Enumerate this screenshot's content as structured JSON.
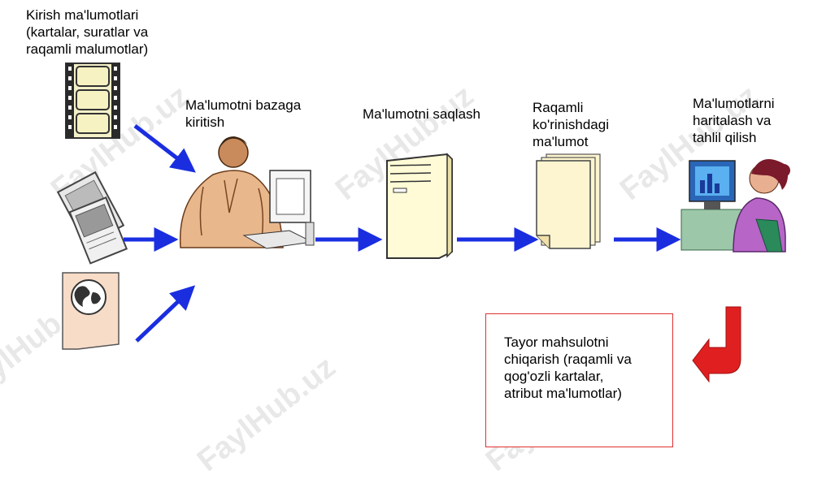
{
  "labels": {
    "input": "Kirish ma'lumotlari\n(kartalar, suratlar va\nraqamli malumotlar)",
    "entry": "Ma'lumotni bazaga\nkiritish",
    "storage": "Ma'lumotni saqlash",
    "digital": "Raqamli\nko'rinishdagi\nma'lumot",
    "analysis": "Ma'lumotlarni\nharitalash va\ntahlil qilish",
    "output": "Tayor mahsulotni\nchiqarish (raqamli va\nqog'ozli kartalar,\natribut ma'lumotlar)"
  },
  "watermark": "FaylHub.uz",
  "colors": {
    "arrow": "#1a2ee0",
    "return_arrow": "#e02020",
    "output_border": "#e03030"
  },
  "icons": [
    "film-strip-icon",
    "photos-icon",
    "map-document-icon",
    "operator-at-computer-icon",
    "server-tower-icon",
    "document-stack-icon",
    "analyst-at-computer-icon",
    "return-arrow-icon"
  ]
}
